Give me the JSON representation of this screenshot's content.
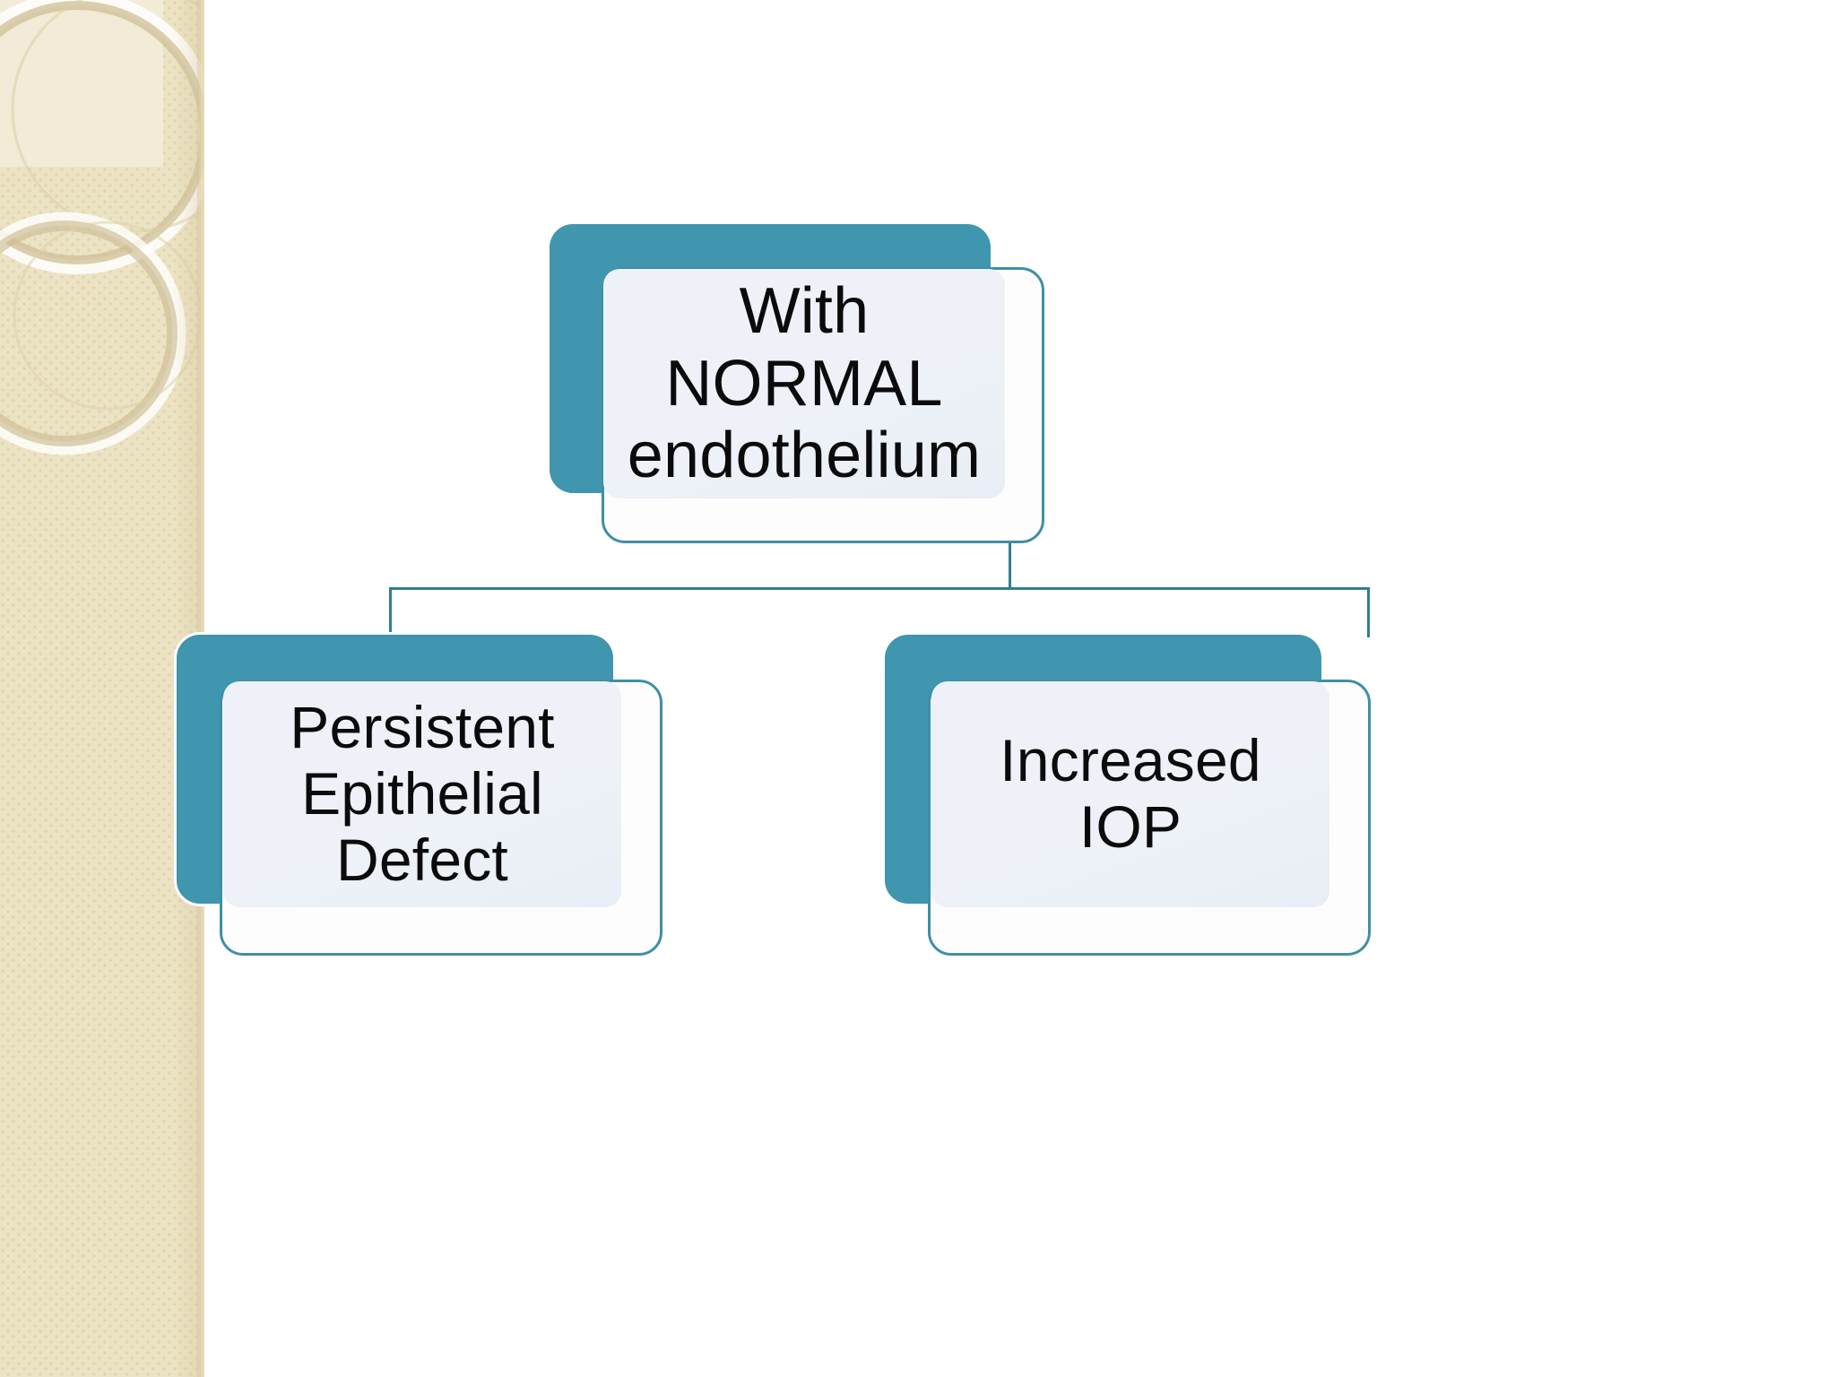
{
  "slide": {
    "title": "With NORMAL endothelium",
    "background_color": "#ffffff",
    "accent_color": "#3f96ae",
    "connector_color": "#2e7f92",
    "panel_color": "#eef2f8",
    "sidebar": {
      "name": "decorative-sidebar",
      "base_color": "#ece3c4",
      "highlight_color": "#f1ebd8",
      "ring_color": "#d8caa2"
    }
  },
  "diagram": {
    "type": "tree",
    "root": {
      "id": "root",
      "label": "With\nNORMAL\nendothelium",
      "lines": [
        "With",
        "NORMAL",
        "endothelium"
      ]
    },
    "children": [
      {
        "id": "persistent-epithelial-defect",
        "label": "Persistent\nEpithelial\nDefect",
        "lines": [
          "Persistent",
          "Epithelial",
          "Defect"
        ]
      },
      {
        "id": "increased-iop",
        "label": "Increased\nIOP",
        "lines": [
          "Increased",
          "IOP"
        ]
      }
    ]
  }
}
